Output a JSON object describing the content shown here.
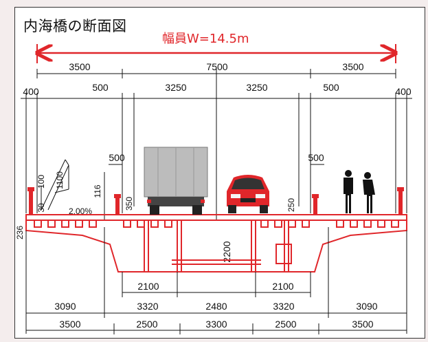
{
  "title": "内海橋の断面図",
  "width_label": "幅員W=14.5m",
  "colors": {
    "red": "#e0262a",
    "black": "#111111",
    "frame": "#333333"
  },
  "top_dims": {
    "row1": [
      "3500",
      "7500",
      "3500"
    ],
    "row2": [
      "400",
      "500",
      "3250",
      "3250",
      "500",
      "400"
    ],
    "row3_left": "500",
    "row3_right": "500"
  },
  "side_dims": {
    "d1100": "1100",
    "d100": "100",
    "d116": "116",
    "d350": "350",
    "d250": "250",
    "d30": "30",
    "d236": "236",
    "d2200": "2200",
    "slope": "2.00%"
  },
  "bottom_dims": {
    "row1": [
      "2100",
      "2100"
    ],
    "row2": [
      "3090",
      "3320",
      "2480",
      "3320",
      "3090"
    ],
    "row3": [
      "3500",
      "2500",
      "3300",
      "2500",
      "3500"
    ]
  },
  "icons": [
    "truck-icon",
    "car-icon",
    "pedestrians-icon"
  ]
}
